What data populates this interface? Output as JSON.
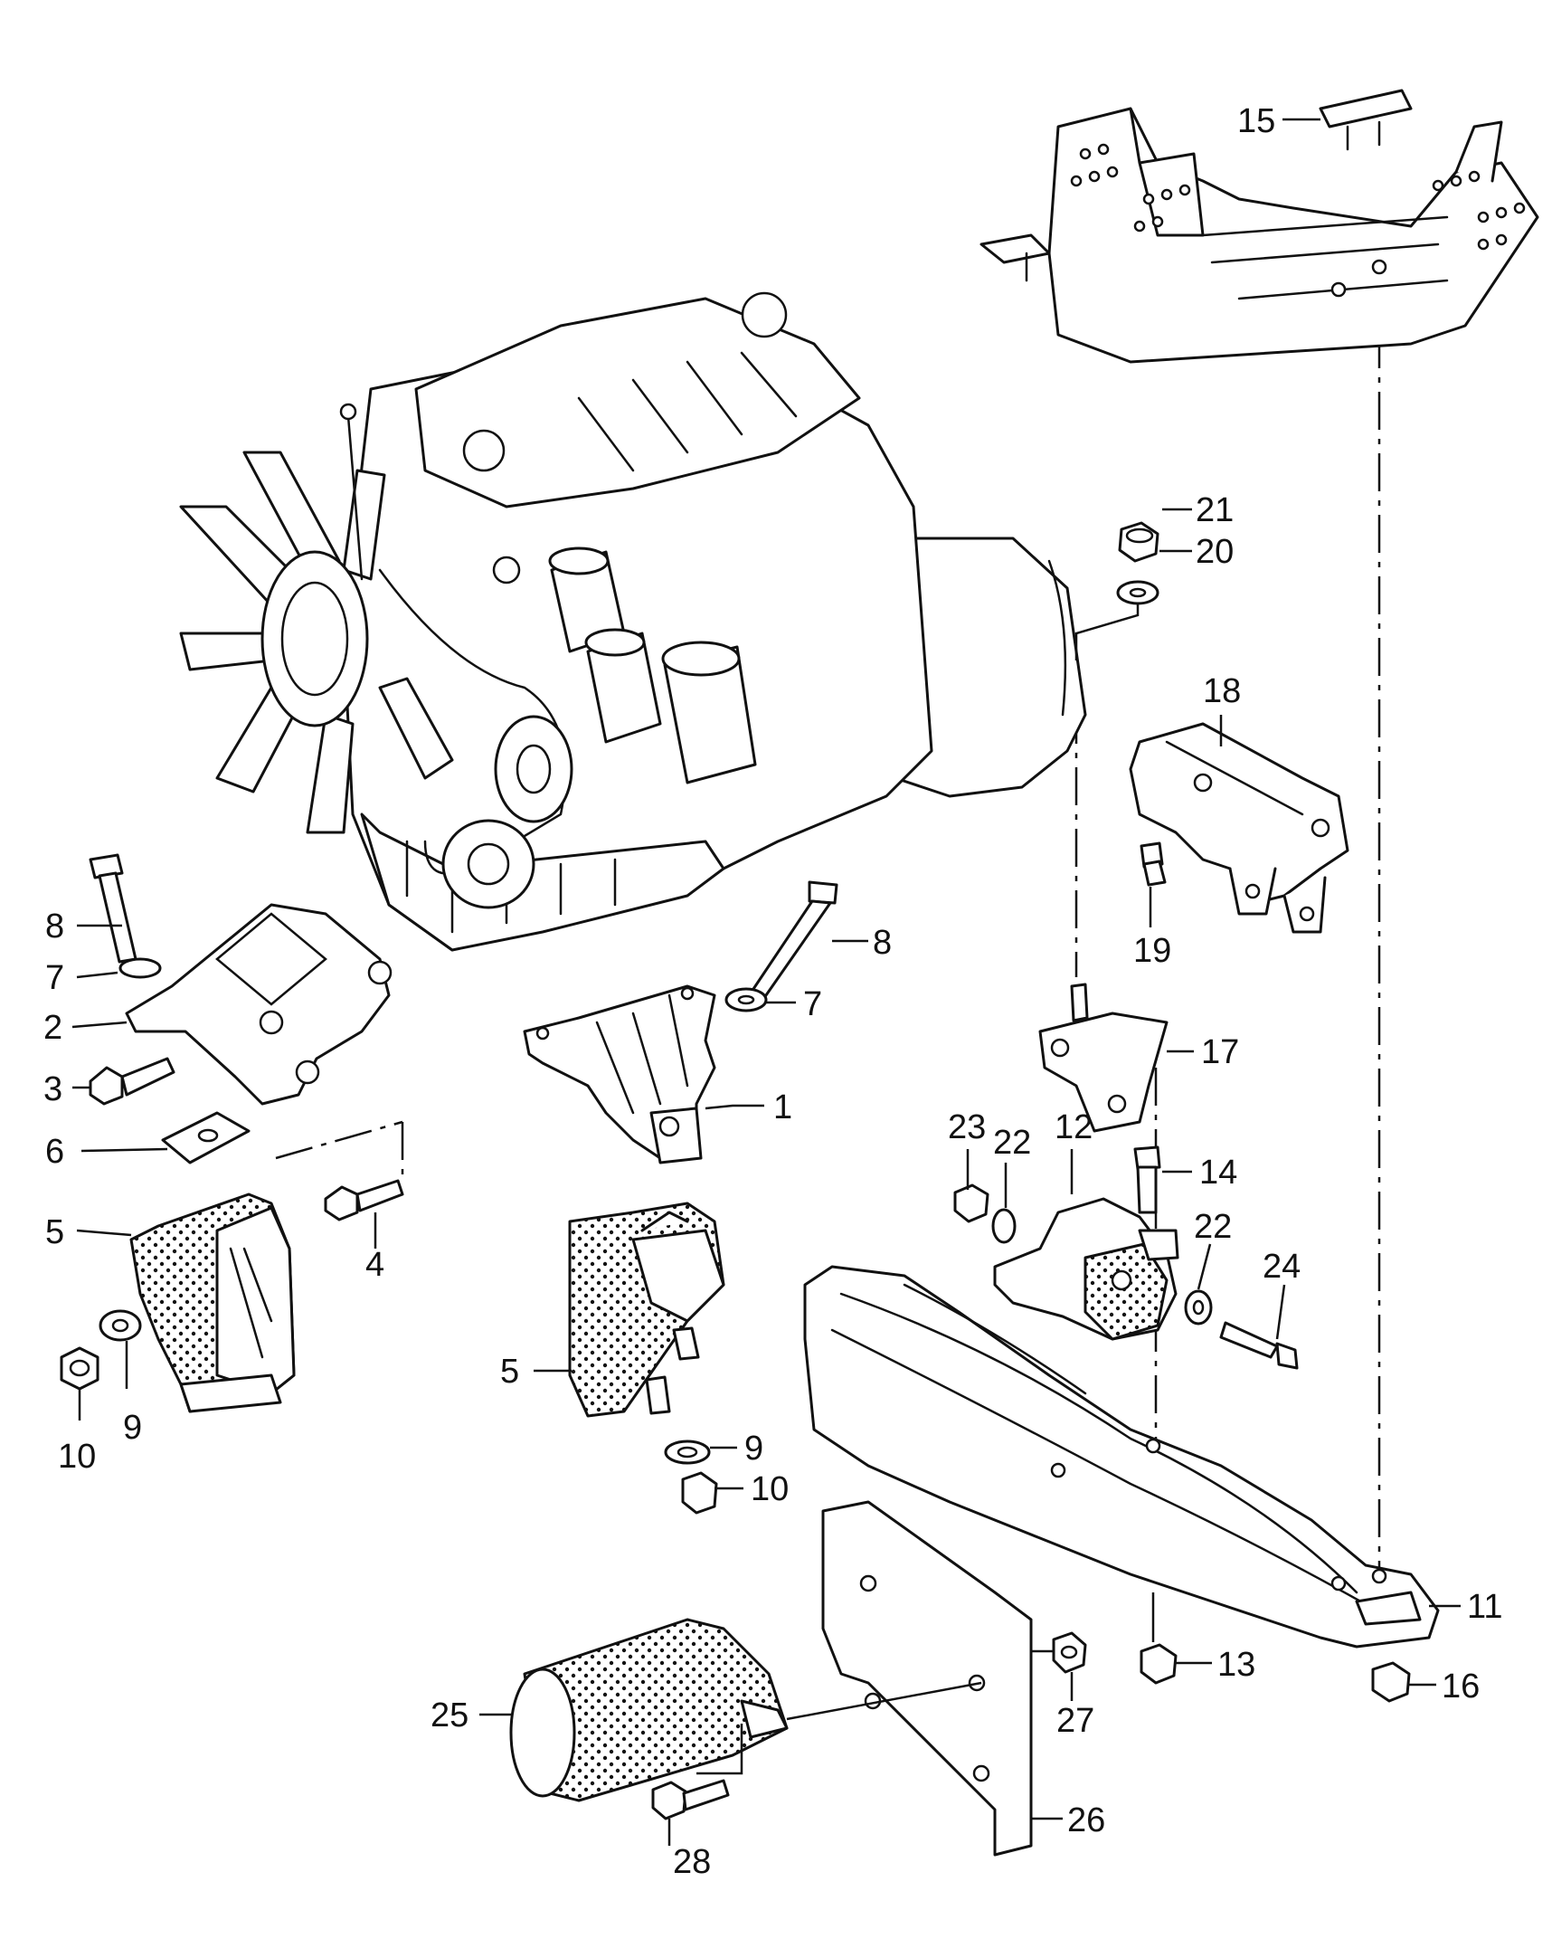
{
  "callouts": [
    {
      "id": "c15",
      "text": "15"
    },
    {
      "id": "c21",
      "text": "21"
    },
    {
      "id": "c20",
      "text": "20"
    },
    {
      "id": "c18",
      "text": "18"
    },
    {
      "id": "c19",
      "text": "19"
    },
    {
      "id": "c8a",
      "text": "8"
    },
    {
      "id": "c7a",
      "text": "7"
    },
    {
      "id": "c2",
      "text": "2"
    },
    {
      "id": "c3",
      "text": "3"
    },
    {
      "id": "c6",
      "text": "6"
    },
    {
      "id": "c5a",
      "text": "5"
    },
    {
      "id": "c4",
      "text": "4"
    },
    {
      "id": "c9a",
      "text": "9"
    },
    {
      "id": "c10a",
      "text": "10"
    },
    {
      "id": "c8b",
      "text": "8"
    },
    {
      "id": "c7b",
      "text": "7"
    },
    {
      "id": "c1",
      "text": "1"
    },
    {
      "id": "c5b",
      "text": "5"
    },
    {
      "id": "c9b",
      "text": "9"
    },
    {
      "id": "c10b",
      "text": "10"
    },
    {
      "id": "c17",
      "text": "17"
    },
    {
      "id": "c23",
      "text": "23"
    },
    {
      "id": "c22a",
      "text": "22"
    },
    {
      "id": "c12",
      "text": "12"
    },
    {
      "id": "c14",
      "text": "14"
    },
    {
      "id": "c22b",
      "text": "22"
    },
    {
      "id": "c24",
      "text": "24"
    },
    {
      "id": "c11",
      "text": "11"
    },
    {
      "id": "c13",
      "text": "13"
    },
    {
      "id": "c16",
      "text": "16"
    },
    {
      "id": "c25",
      "text": "25"
    },
    {
      "id": "c27",
      "text": "27"
    },
    {
      "id": "c26",
      "text": "26"
    },
    {
      "id": "c28",
      "text": "28"
    }
  ]
}
